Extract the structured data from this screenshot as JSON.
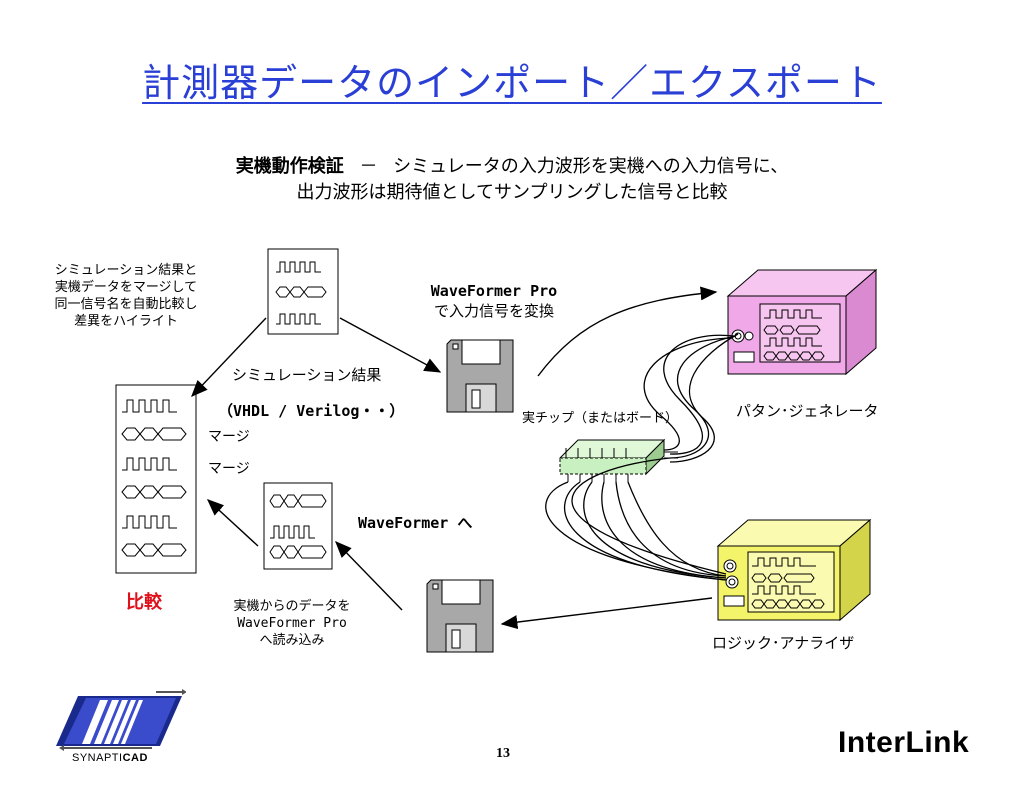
{
  "title": "計測器データのインポート／エクスポート",
  "subtitle": {
    "bold": "実機動作検証",
    "dash": "－",
    "line1": "シミュレータの入力波形を実機への入力信号に、",
    "line2": "出力波形は期待値としてサンプリングした信号と比較"
  },
  "merge_note": [
    "シミュレーション結果と",
    "実機データをマージして",
    "同一信号名を自動比較し",
    "差異をハイライト"
  ],
  "sim_result": "シミュレーション結果",
  "sim_langs": "（VHDL / Verilog・・）",
  "merge_labels": [
    "マージ",
    "マージ"
  ],
  "compare_label": "比較",
  "wf_convert": [
    "WaveFormer Pro",
    "で入力信号を変換"
  ],
  "chip_label": "実チップ（またはボード）",
  "pattern_gen": "パタン･ジェネレータ",
  "to_waveformer": "WaveFormer へ",
  "load_note": [
    "実機からのデータを",
    "WaveFormer Pro",
    "へ読み込み"
  ],
  "logic_analyzer": "ロジック･アナライザ",
  "logo": {
    "brand_a": "SYNAPTI",
    "brand_b": "CAD"
  },
  "interlink": "InterLink",
  "page_number": "13",
  "colors": {
    "title": "#2a3fd6",
    "compare": "#e0101a",
    "pattern_gen": "#f0a8e8",
    "logic_analyzer": "#f4f46a",
    "chip": "#c8f0c0"
  }
}
